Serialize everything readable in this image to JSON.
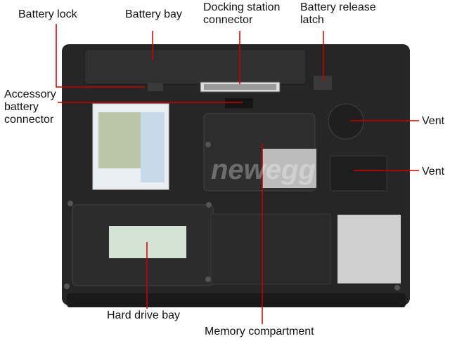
{
  "labels": {
    "battery_lock": "Battery lock",
    "battery_bay": "Battery bay",
    "docking_station_connector": "Docking station\nconnector",
    "battery_release_latch": "Battery release\nlatch",
    "accessory_battery_connector": "Accessory\nbattery\nconnector",
    "vent_top": "Vent",
    "vent_bottom": "Vent",
    "hard_drive_bay": "Hard drive bay",
    "memory_compartment": "Memory compartment"
  },
  "watermark": "newegg",
  "colors": {
    "leader_line": "#cc0000",
    "laptop_body": "#2a2a2a",
    "laptop_panel": "#333333",
    "label_text": "#111111"
  }
}
